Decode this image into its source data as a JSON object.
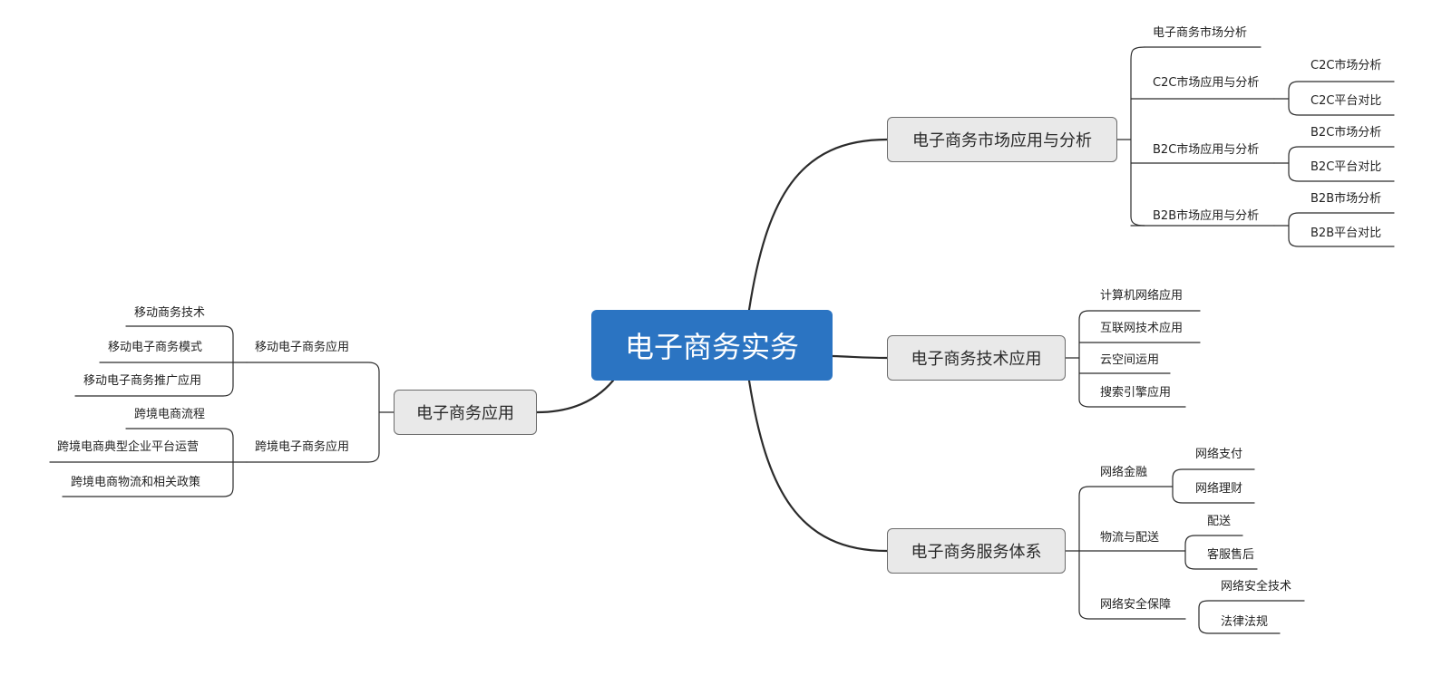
{
  "root": "电子商务实务",
  "b1": {
    "title": "电子商务市场应用与分析",
    "c1": "电子商务市场分析",
    "c2": {
      "title": "C2C市场应用与分析",
      "g1": "C2C市场分析",
      "g2": "C2C平台对比"
    },
    "c3": {
      "title": "B2C市场应用与分析",
      "g1": "B2C市场分析",
      "g2": "B2C平台对比"
    },
    "c4": {
      "title": "B2B市场应用与分析",
      "g1": "B2B市场分析",
      "g2": "B2B平台对比"
    }
  },
  "b2": {
    "title": "电子商务技术应用",
    "items": [
      "计算机网络应用",
      "互联网技术应用",
      "云空间运用",
      "搜索引擎应用"
    ]
  },
  "b3": {
    "title": "电子商务服务体系",
    "c1": {
      "title": "网络金融",
      "g1": "网络支付",
      "g2": "网络理财"
    },
    "c2": {
      "title": "物流与配送",
      "g1": "配送",
      "g2": "客服售后"
    },
    "c3": {
      "title": "网络安全保障",
      "g1": "网络安全技术",
      "g2": "法律法规"
    }
  },
  "b4": {
    "title": "电子商务应用",
    "c1": {
      "title": "移动电子商务应用",
      "items": [
        "移动商务技术",
        "移动电子商务模式",
        "移动电子商务推广应用"
      ]
    },
    "c2": {
      "title": "跨境电子商务应用",
      "items": [
        "跨境电商流程",
        "跨境电商典型企业平台运营",
        "跨境电商物流和相关政策"
      ]
    }
  }
}
